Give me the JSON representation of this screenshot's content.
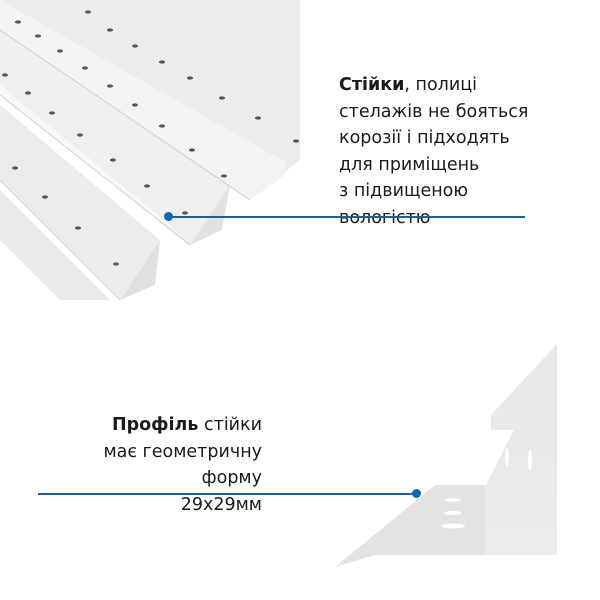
{
  "callouts": [
    {
      "bold": "Стійки",
      "text_lines": [
        ", полиці",
        "стелажів не бояться",
        "корозії і підходять",
        "для приміщень",
        "з підвищеною",
        "вологістю"
      ]
    },
    {
      "bold": "Профіль",
      "text_lines": [
        " стійки",
        "має геометричну форму",
        "29x29мм"
      ]
    }
  ],
  "colors": {
    "accent_line": "#1f5f99",
    "accent_dot": "#1565b5",
    "text": "#1a1a1a",
    "background": "#ffffff"
  },
  "images": {
    "top": "perforated-white-angle-profiles",
    "bottom": "angle-profile-cross-section"
  }
}
